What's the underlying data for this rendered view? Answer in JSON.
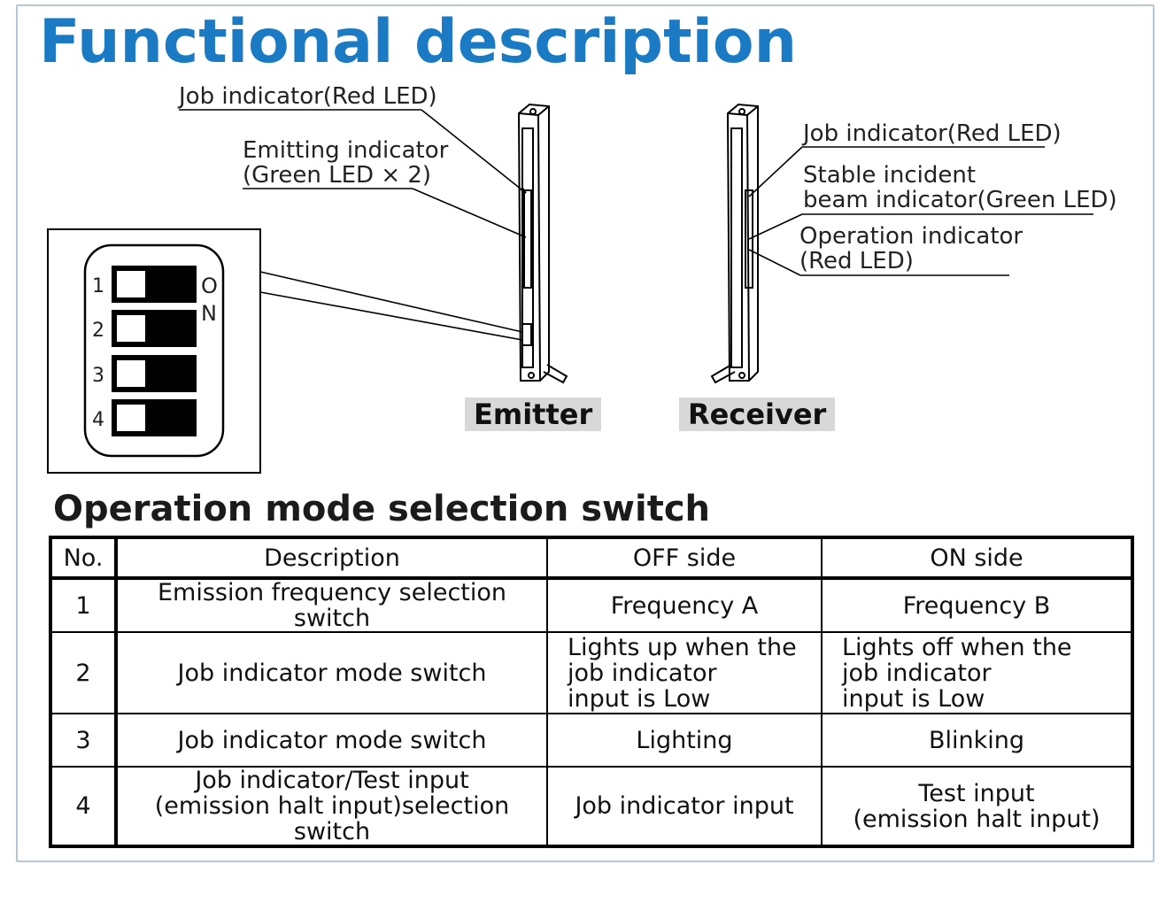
{
  "title": "Functional description",
  "emitter": {
    "tag": "Emitter",
    "labels": {
      "job_indicator": "Job indicator(Red LED)",
      "emitting_line1": "Emitting indicator",
      "emitting_line2": "(Green LED × 2)"
    }
  },
  "receiver": {
    "tag": "Receiver",
    "labels": {
      "job_indicator": "Job indicator(Red LED)",
      "stable_line1": "Stable incident",
      "stable_line2": "beam indicator(Green LED)",
      "operation_line1": "Operation indicator",
      "operation_line2": "(Red LED)"
    }
  },
  "dip_switch": {
    "numbers": [
      "1",
      "2",
      "3",
      "4"
    ],
    "on_label_1": "O",
    "on_label_2": "N"
  },
  "section_title": "Operation mode selection switch",
  "table": {
    "headers": [
      "No.",
      "Description",
      "OFF side",
      "ON side"
    ],
    "rows": [
      {
        "no": "1",
        "desc": [
          "Emission frequency selection switch"
        ],
        "off": [
          "Frequency A"
        ],
        "on": [
          "Frequency B"
        ]
      },
      {
        "no": "2",
        "desc": [
          "Job indicator mode switch"
        ],
        "off": [
          "Lights up when the",
          "job indicator",
          "input is Low"
        ],
        "on": [
          "Lights off when the",
          "job indicator",
          "input is Low"
        ]
      },
      {
        "no": "3",
        "desc": [
          "Job indicator mode switch"
        ],
        "off": [
          "Lighting"
        ],
        "on": [
          "Blinking"
        ]
      },
      {
        "no": "4",
        "desc": [
          "Job indicator/Test input",
          "(emission halt input)selection switch"
        ],
        "off": [
          "Job indicator input"
        ],
        "on": [
          "Test input",
          "(emission halt input)"
        ]
      }
    ]
  }
}
